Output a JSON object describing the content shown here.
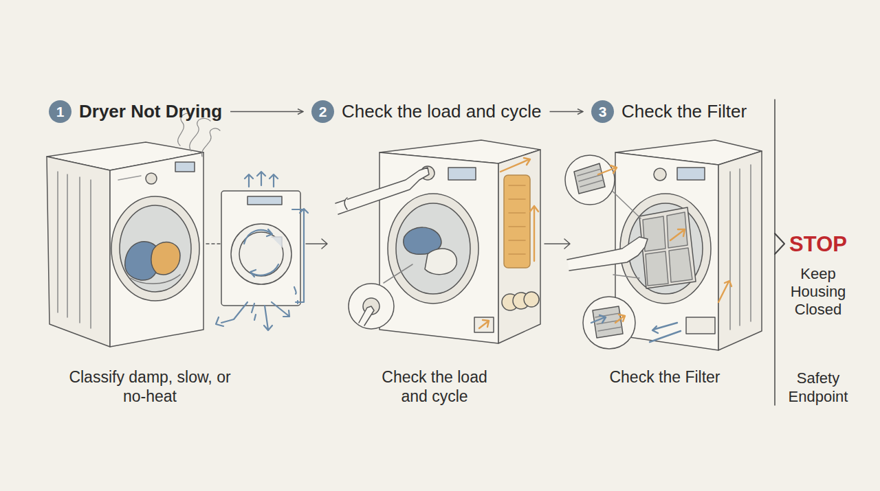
{
  "diagram": {
    "nodes": [
      {
        "text": [
          "1",
          "Dryer Not Drying"
        ]
      },
      {
        "text": [
          "2",
          "Check the load and cycle"
        ]
      },
      {
        "text": [
          "3",
          "Check the Filter"
        ]
      }
    ],
    "edges": [
      {
        "from": 0,
        "to": 1,
        "arrow": "to"
      },
      {
        "from": 1,
        "to": 2,
        "arrow": "to"
      }
    ],
    "labels": [
      "Classify damp, slow, or no-heat",
      "Check the load and cycle",
      "Check the Filter",
      "STOP",
      "Keep Housing Closed",
      "Safety Endpoint"
    ]
  }
}
